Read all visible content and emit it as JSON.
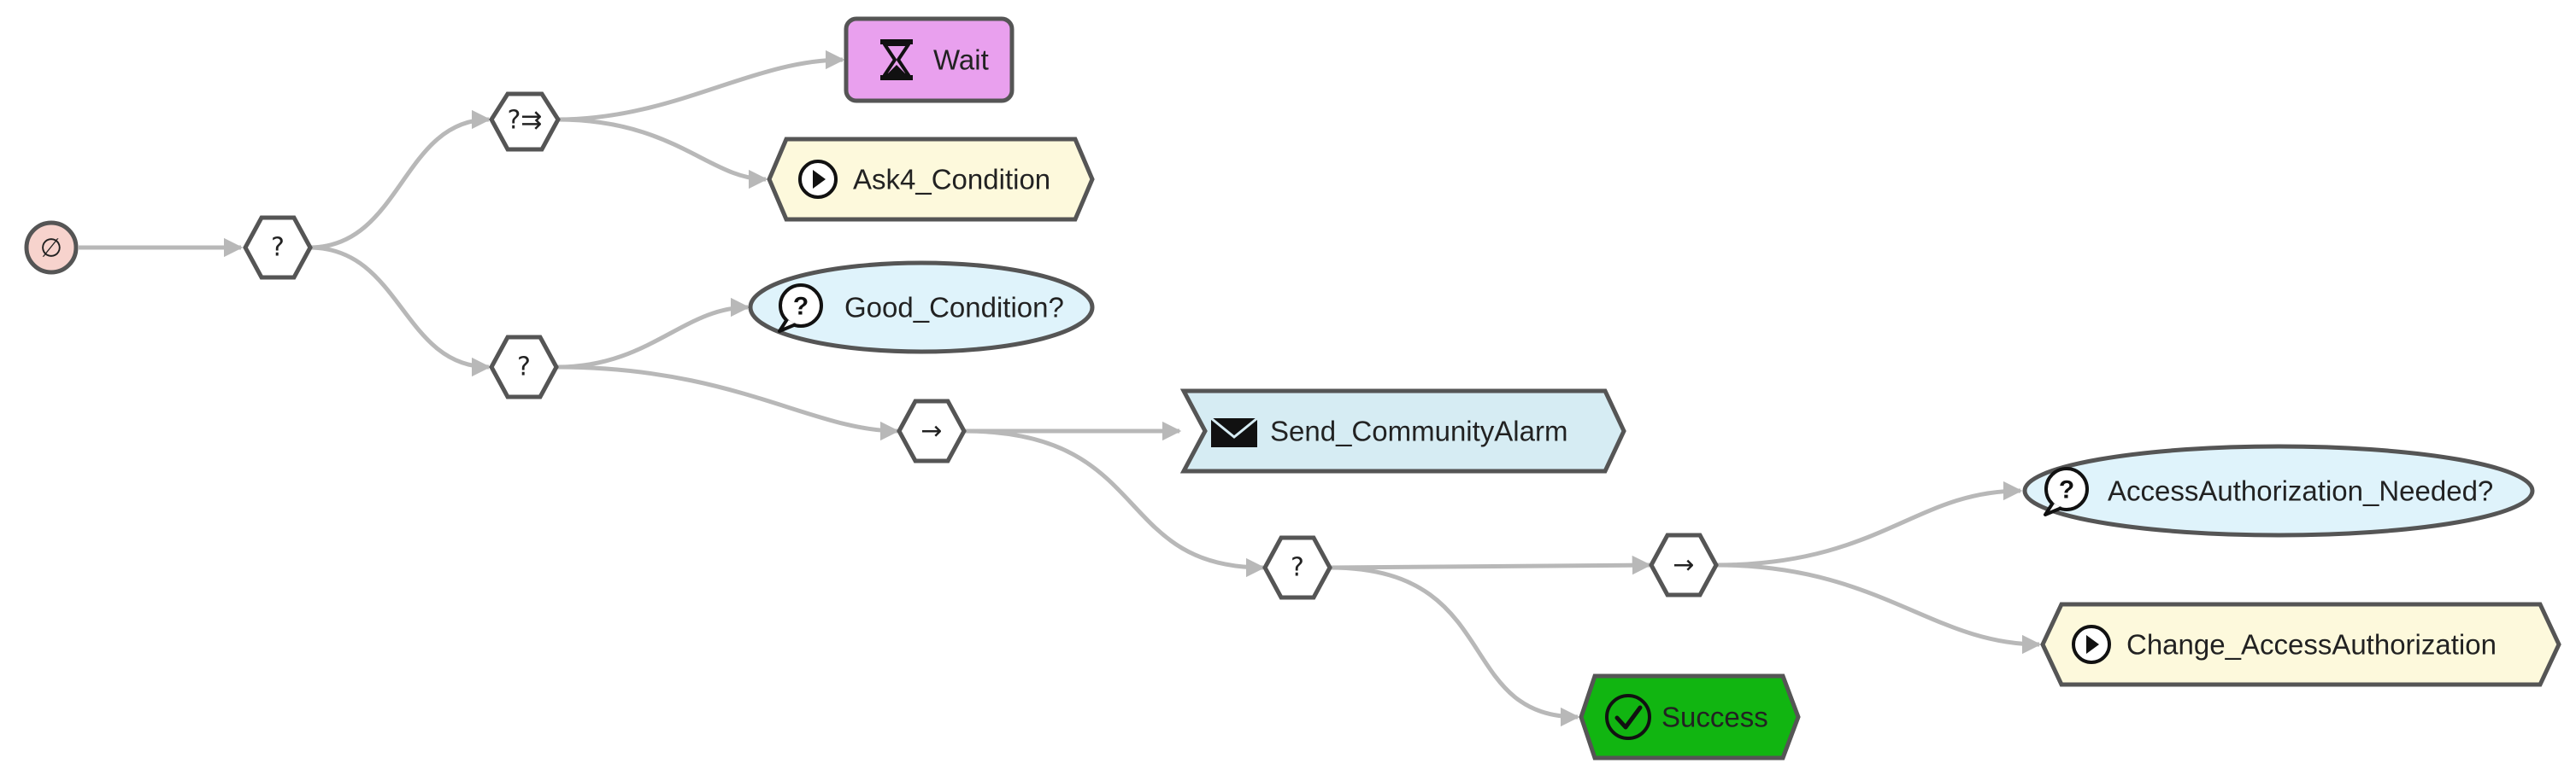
{
  "diagram": {
    "root": {
      "symbol": "∅"
    },
    "controls": {
      "fallback_main": {
        "symbol": "?"
      },
      "reactive_fallback": {
        "symbol": "?⇉"
      },
      "fallback_condition": {
        "symbol": "?"
      },
      "sequence_alarm": {
        "symbol": "→"
      },
      "fallback_access": {
        "symbol": "?"
      },
      "sequence_access": {
        "symbol": "→"
      }
    },
    "leaves": {
      "wait": {
        "label": "Wait",
        "type": "wait",
        "icon": "hourglass-icon",
        "color": "#e9a0ee"
      },
      "ask4_condition": {
        "label": "Ask4_Condition",
        "type": "action",
        "icon": "play-circle-icon",
        "color": "#fdf9dc"
      },
      "good_condition": {
        "label": "Good_Condition?",
        "type": "condition",
        "icon": "question-bubble-icon",
        "color": "#dff3fb"
      },
      "send_community_alarm": {
        "label": "Send_CommunityAlarm",
        "type": "message",
        "icon": "envelope-icon",
        "color": "#d6ecf3"
      },
      "access_authorization_needed": {
        "label": "AccessAuthorization_Needed?",
        "type": "condition",
        "icon": "question-bubble-icon",
        "color": "#dff3fb"
      },
      "change_access_authorization": {
        "label": "Change_AccessAuthorization",
        "type": "action",
        "icon": "play-circle-icon",
        "color": "#fdf9dc"
      },
      "success": {
        "label": "Success",
        "type": "success",
        "icon": "check-circle-icon",
        "color": "#11b511"
      }
    },
    "colors": {
      "root_fill": "#f7d3cd",
      "edge": "#b8b8b8",
      "border": "#555555"
    }
  }
}
